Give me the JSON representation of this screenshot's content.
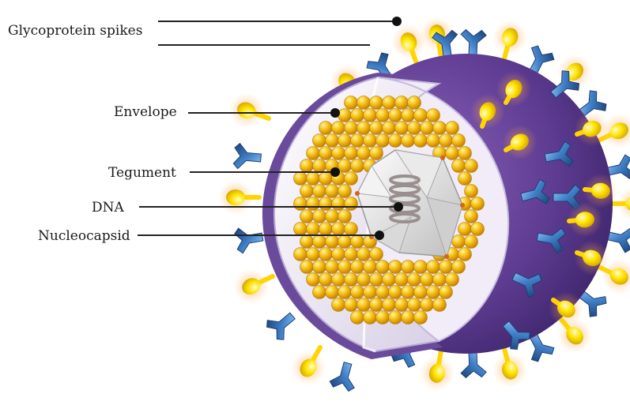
{
  "labels": {
    "glycoprotein": "Glycoprotein spikes",
    "envelope": "Envelope",
    "tegument": "Tegument",
    "dna": "DNA",
    "nucleocapsid": "Nucleocapsid"
  },
  "colors": {
    "envelope_outer": "#5b3b8c",
    "envelope_inner": "#e9e1f3",
    "tegument_sphere": "#f2b400",
    "spike_yellow": "#ffe000",
    "spike_blue": "#3f7fc6",
    "capsid": "#dcdcdc"
  }
}
